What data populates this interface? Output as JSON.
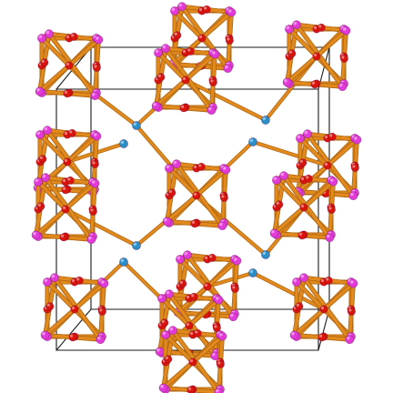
{
  "image": {
    "kind": "ball-and-stick crystal structure rendering",
    "background": "#ffffff",
    "colors": {
      "bond": "#e08a1e",
      "bond_dark": "#b0630f",
      "atom_magenta": "#e23ad8",
      "atom_red": "#d8140c",
      "atom_blue": "#2a8fc9",
      "cell_edge": "#1a1a1a"
    },
    "atom_types": [
      "magenta-vertex",
      "red-edge",
      "blue-linker"
    ],
    "cluster_count": 14,
    "linker_count": 8
  }
}
